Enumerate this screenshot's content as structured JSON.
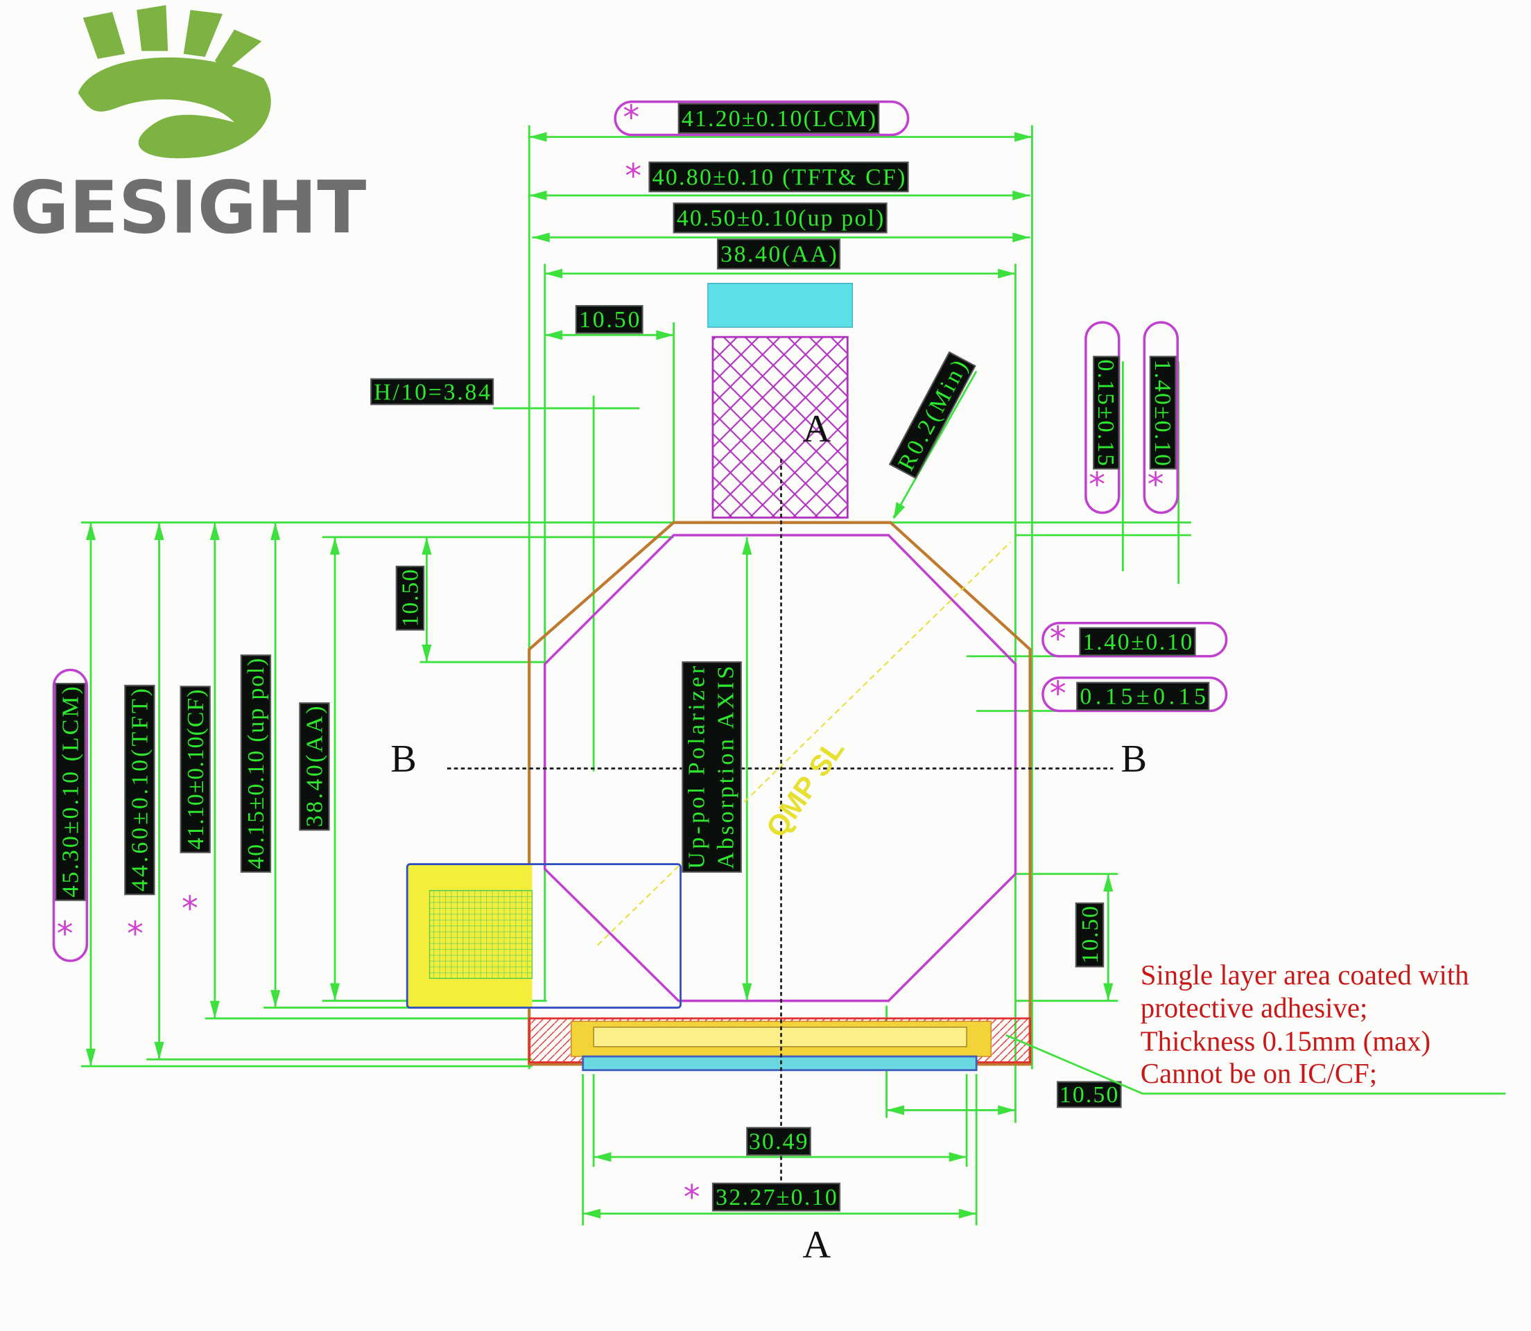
{
  "logo": {
    "text": "GESIGHT",
    "color": "#7cb342"
  },
  "top_dims": {
    "lcm": "41.20±0.10(LCM)",
    "tft_cf": "40.80±0.10 (TFT& CF)",
    "up_pol": "40.50±0.10(up pol)",
    "aa": "38.40(AA)",
    "offset": "10.50",
    "h10": "H/10=3.84",
    "radius": "R0.2(Min)"
  },
  "right_dims": {
    "v1": "0.15±0.15",
    "v2": "1.40±0.10",
    "h1": "1.40±0.10",
    "h2": "0.15±0.15",
    "corner_v": "10.50",
    "corner_h": "10.50"
  },
  "left_dims": {
    "lcm": "45.30±0.10 (LCM)",
    "tft": "44.60±0.10(TFT)",
    "cf": "41.10±0.10(CF)",
    "up_pol": "40.15±0.10 (up pol)",
    "aa": "38.40(AA)",
    "corner": "10.50"
  },
  "bottom_dims": {
    "inner": "30.49",
    "outer": "32.27±0.10"
  },
  "sections": {
    "a_top": "A",
    "a_bottom": "A",
    "b_left": "B",
    "b_right": "B"
  },
  "axis": {
    "line1": "Up-pol Polarizer",
    "line2": "Absorption AXIS",
    "marker": "QMP SL"
  },
  "note": {
    "lines": [
      "Single layer area coated with",
      "protective adhesive;",
      "Thickness 0.15mm (max)",
      "Cannot be on IC/CF;"
    ]
  },
  "colors": {
    "dimension": "#3ee03e",
    "critical": "#d040d0",
    "note": "#c81818"
  }
}
